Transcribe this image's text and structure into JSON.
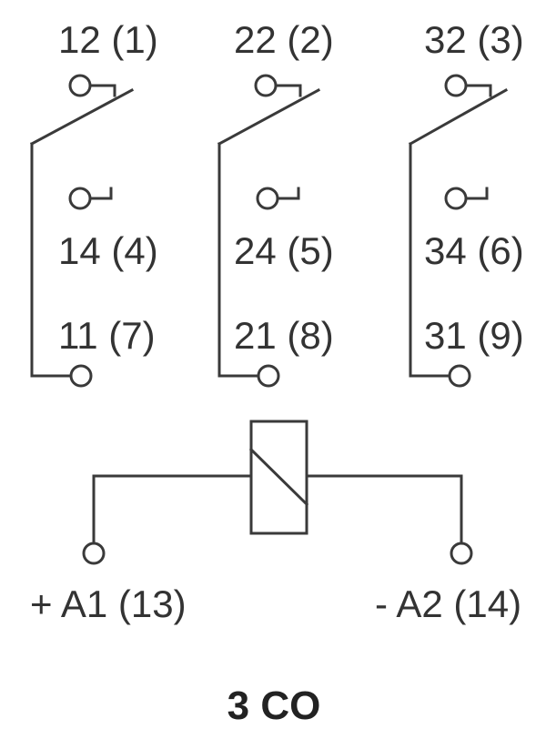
{
  "contact_groups": [
    {
      "nc_label": "12 (1)",
      "no_label": "14 (4)",
      "common_label": "11 (7)"
    },
    {
      "nc_label": "22 (2)",
      "no_label": "24 (5)",
      "common_label": "21 (8)"
    },
    {
      "nc_label": "32 (3)",
      "no_label": "34 (6)",
      "common_label": "31 (9)"
    }
  ],
  "coil": {
    "plus_label": "+ A1 (13)",
    "minus_label": "- A2 (14)"
  },
  "title": "3 CO",
  "colors": {
    "line": "#3a3a3a",
    "text": "#333333",
    "background": "#ffffff"
  }
}
